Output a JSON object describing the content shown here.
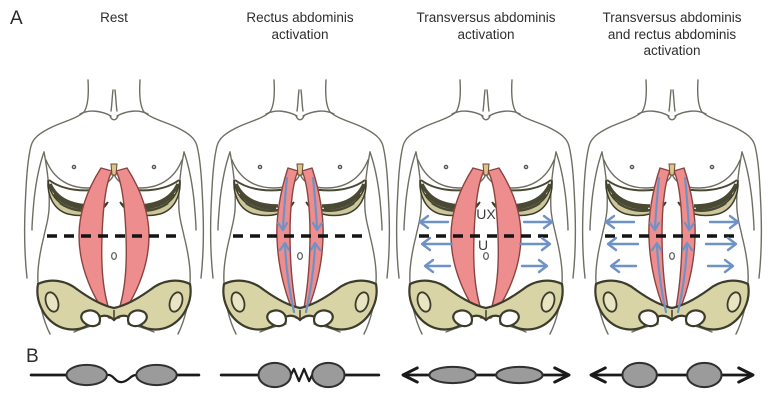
{
  "figure": {
    "row_a_label": "A",
    "row_b_label": "B",
    "background": "#ffffff"
  },
  "colors": {
    "muscle_pink": "#ee8d8d",
    "muscle_outline": "#8a4440",
    "rib_olive": "#55543b",
    "rib_highlight": "#cdc89b",
    "pelvis_khaki": "#d9d4a6",
    "arrow_blue": "#6f92c6",
    "schematic_gray": "#9b9b9b",
    "outline_gray": "#6e6e63",
    "text": "#2e2e2e"
  },
  "panels": [
    {
      "title": "Rest",
      "muscle_state": "bowed",
      "vertical_arrows": false,
      "horizontal_arrows": false,
      "overlay_top": "",
      "overlay_bottom": "",
      "schematic": "slack"
    },
    {
      "title": "Rectus abdominis activation",
      "muscle_state": "narrow",
      "vertical_arrows": true,
      "horizontal_arrows": false,
      "overlay_top": "",
      "overlay_bottom": "",
      "schematic": "spring"
    },
    {
      "title": "Transversus abdominis activation",
      "muscle_state": "bowed",
      "vertical_arrows": false,
      "horizontal_arrows": true,
      "overlay_top": "UX",
      "overlay_bottom": "U",
      "schematic": "stretched"
    },
    {
      "title": "Transversus abdominis and rectus abdominis activation",
      "muscle_state": "narrow",
      "vertical_arrows": true,
      "horizontal_arrows": true,
      "overlay_top": "",
      "overlay_bottom": "",
      "schematic": "contracted-stretched"
    }
  ]
}
